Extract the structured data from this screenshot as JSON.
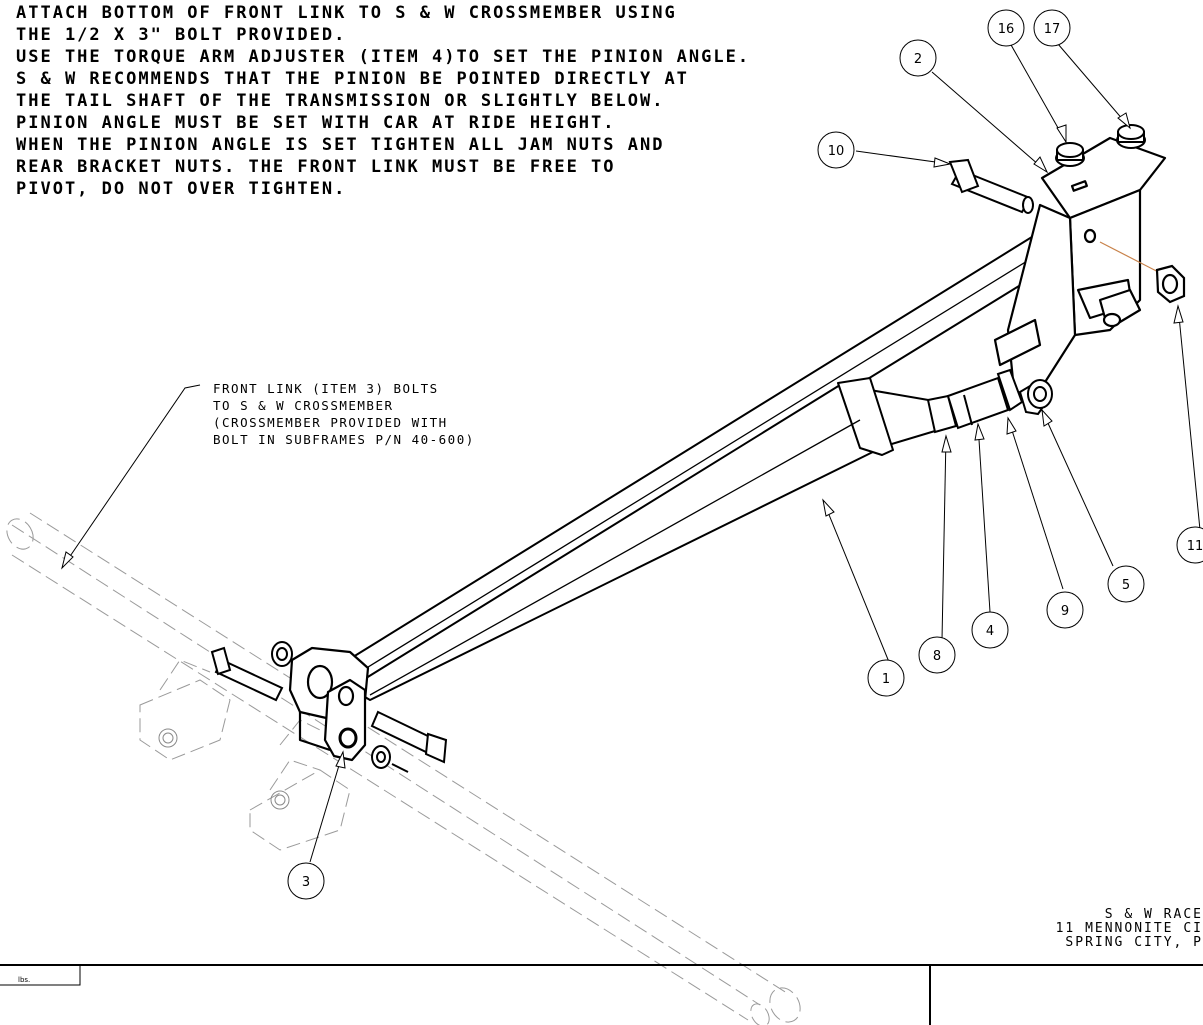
{
  "notes": [
    "ATTACH BOTTOM OF FRONT LINK TO S & W CROSSMEMBER USING",
    "THE 1/2 X 3\" BOLT PROVIDED.",
    "USE THE TORQUE ARM ADJUSTER (ITEM 4)TO SET THE PINION ANGLE.",
    "S & W RECOMMENDS THAT THE PINION BE POINTED DIRECTLY AT",
    "THE TAIL SHAFT OF THE TRANSMISSION OR SLIGHTLY BELOW.",
    "PINION ANGLE MUST BE SET WITH CAR AT RIDE HEIGHT.",
    "WHEN THE PINION ANGLE IS SET TIGHTEN ALL JAM NUTS AND",
    "REAR BRACKET NUTS. THE FRONT LINK MUST BE FREE TO",
    "PIVOT, DO NOT OVER TIGHTEN."
  ],
  "front_link_label": [
    "FRONT LINK (ITEM 3) BOLTS",
    "TO S & W CROSSMEMBER",
    "(CROSSMEMBER PROVIDED WITH",
    "BOLT IN SUBFRAMES P/N 40-600)"
  ],
  "balloons": {
    "b16": "16",
    "b17": "17",
    "b2": "2",
    "b10": "10",
    "b11": "11",
    "b5": "5",
    "b9": "9",
    "b4": "4",
    "b8": "8",
    "b1": "1",
    "b3": "3"
  },
  "company": [
    "S & W RACE",
    "11 MENNONITE CI",
    "SPRING CITY, P"
  ],
  "title_block": {
    "weight_unit": "lbs."
  }
}
